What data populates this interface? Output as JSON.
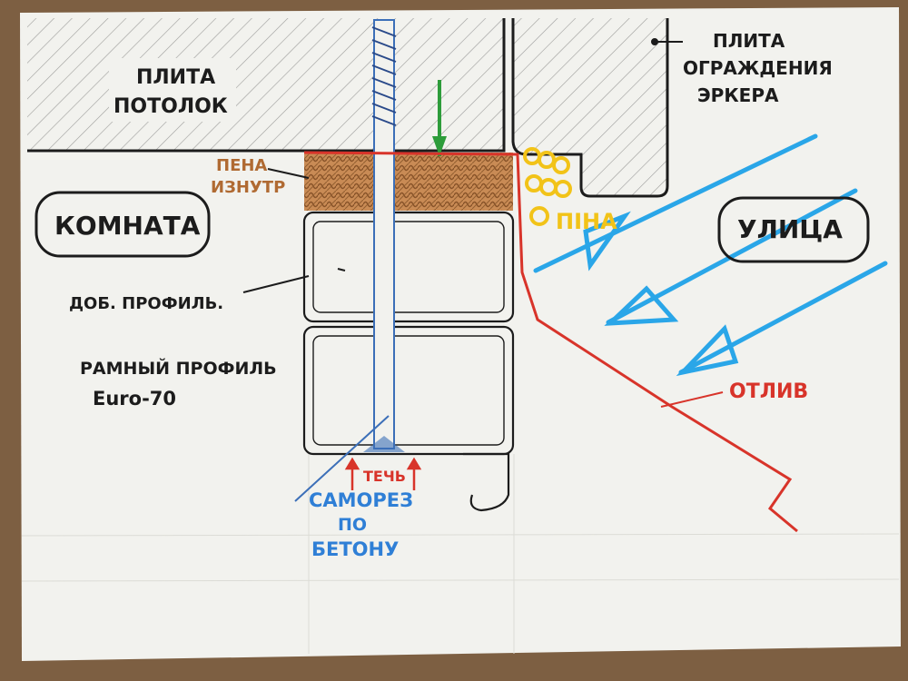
{
  "labels": {
    "ceiling_slab": "ПЛИТА",
    "ceiling_slab_2": "ПОТОЛОК",
    "bay_slab_1": "ПЛИТА",
    "bay_slab_2": "ОГРАЖДЕНИЯ",
    "bay_slab_3": "ЭРКЕРА",
    "foam_inside_1": "ПЕНА",
    "foam_inside_2": "ИЗНУТР",
    "foam_outside": "ПІНА",
    "room": "КОМНАТА",
    "street": "УЛИЦА",
    "extension_profile": "ДОБ. ПРОФИЛЬ.",
    "frame_profile_1": "РАМНЫЙ ПРОФИЛЬ",
    "frame_profile_2": "Euro-70",
    "leak": "ТЕЧЬ",
    "screw_1": "САМОРЕЗ",
    "screw_2": "ПО",
    "screw_3": "БЕТОНУ",
    "sill": "ОТЛИВ"
  },
  "colors": {
    "ink": "#1c1c1c",
    "red": "#d8342a",
    "blue": "#2f7fd6",
    "arrow_blue": "#2aa6e8",
    "yellow": "#f2c318",
    "foam_brown": "#b06a32",
    "paper": "#f2f2ee"
  }
}
